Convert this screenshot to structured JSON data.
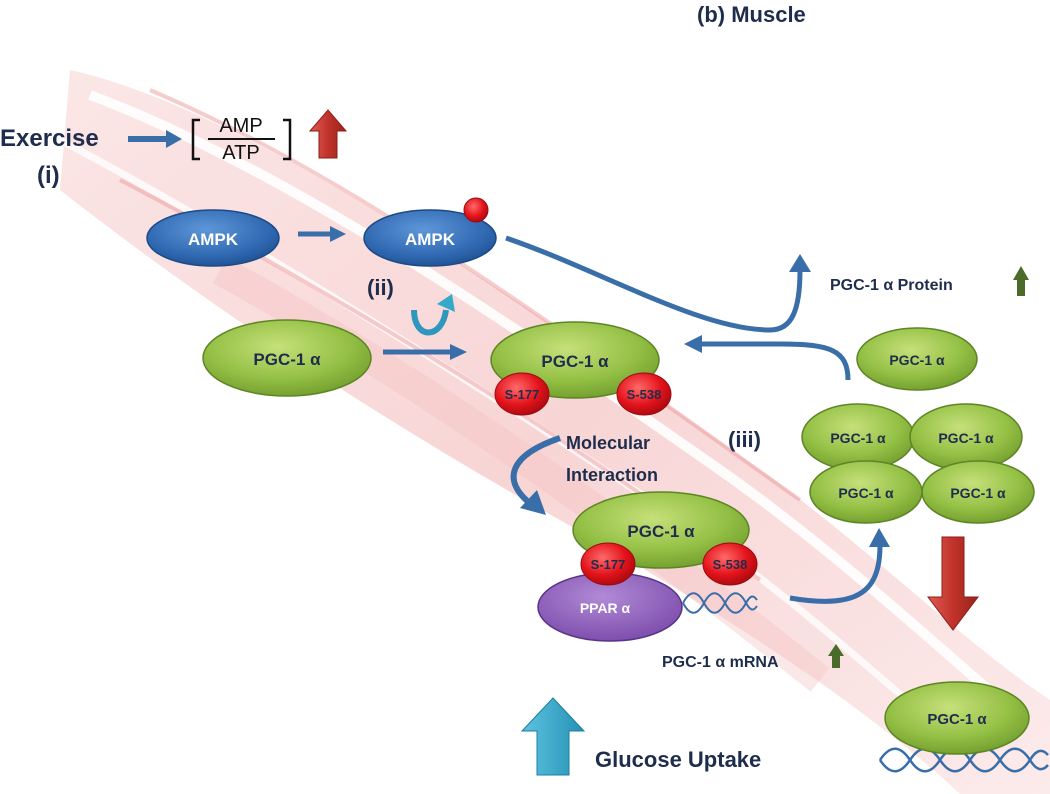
{
  "title": "(b) Muscle",
  "exercise": {
    "label": "Exercise",
    "step": "(i)"
  },
  "ratio": {
    "numerator": "AMP",
    "denominator": "ATP"
  },
  "ampk": {
    "inactive": "AMPK",
    "active": "AMPK"
  },
  "steps": {
    "ii": "(ii)",
    "iii": "(iii)"
  },
  "pgc": "PGC-1 α",
  "phospho_sites": {
    "s177": "S-177",
    "s538": "S-538"
  },
  "interaction": {
    "line1": "Molecular",
    "line2": "Interaction"
  },
  "ppar": "PPAR α",
  "protein_label": "PGC-1 α Protein",
  "mrna_label": "PGC-1 α mRNA",
  "glucose_label": "Glucose Uptake",
  "colors": {
    "pgc_fill": "#8dbb3c",
    "ampk_fill": "#2e6db5",
    "phospho": "#e8141c",
    "ppar_fill": "#8a5bb5",
    "flow_arrow": "#3a6ea8",
    "up_red": "#c0332b",
    "up_green": "#4b6b2a",
    "glucose_arrow": "#35a9c9",
    "text_dark": "#1f2d4d"
  }
}
